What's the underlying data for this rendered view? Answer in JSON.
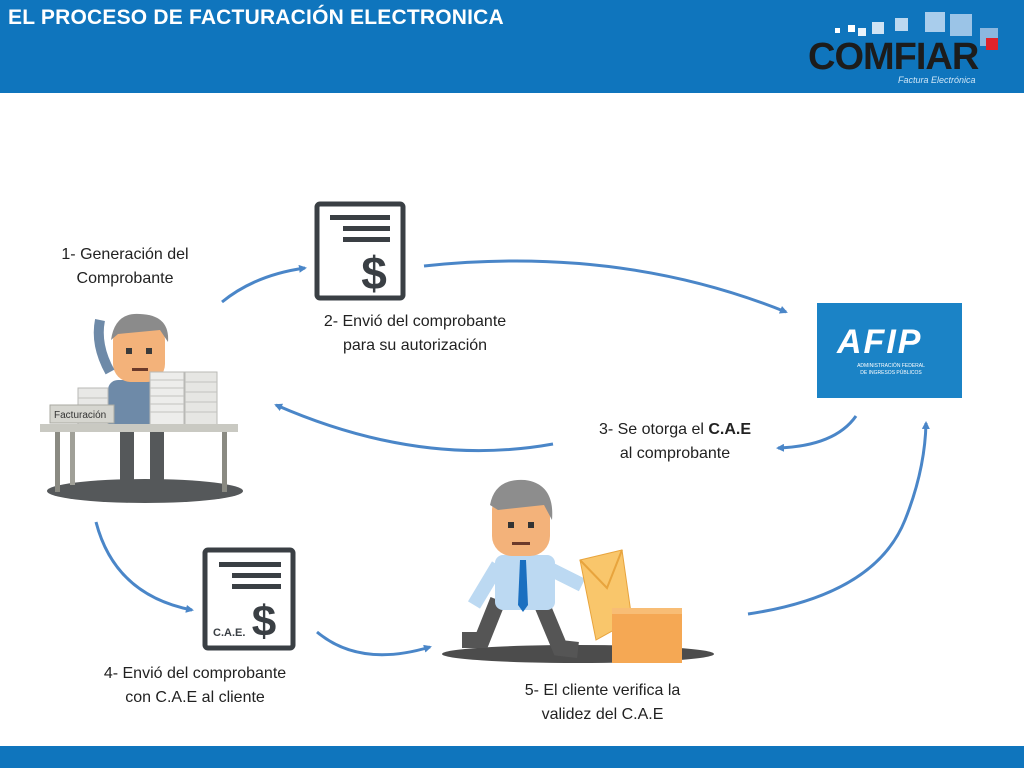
{
  "header": {
    "title": "EL PROCESO DE FACTURACIÓN ELECTRONICA",
    "logo_text": "COMFIAR",
    "logo_sub": "Factura Electrónica"
  },
  "steps": {
    "step1": {
      "line1": "1- Generación del",
      "line2": "Comprobante"
    },
    "step2": {
      "line1": "2- Envió del comprobante",
      "line2": "para su autorización"
    },
    "step3": {
      "line1_prefix": "3- Se otorga el ",
      "line1_bold": "C.A.E",
      "line2": "al comprobante"
    },
    "step4": {
      "line1": "4- Envió del comprobante",
      "line2": "con C.A.E al cliente"
    },
    "step5": {
      "line1": "5- El cliente verifica la",
      "line2": "validez del C.A.E"
    }
  },
  "illustrations": {
    "desk_label": "Facturación",
    "invoice_symbol": "$",
    "invoice_cae_label": "C.A.E."
  },
  "afip": {
    "name": "AFIP",
    "sub_line1": "ADMINISTRACIÓN FEDERAL",
    "sub_line2": "DE INGRESOS PÚBLICOS"
  },
  "colors": {
    "header_bg": "#0f75bd",
    "arrow": "#4a86c8",
    "afip_bg": "#1b83c6",
    "icon_dark": "#3a3f44"
  }
}
